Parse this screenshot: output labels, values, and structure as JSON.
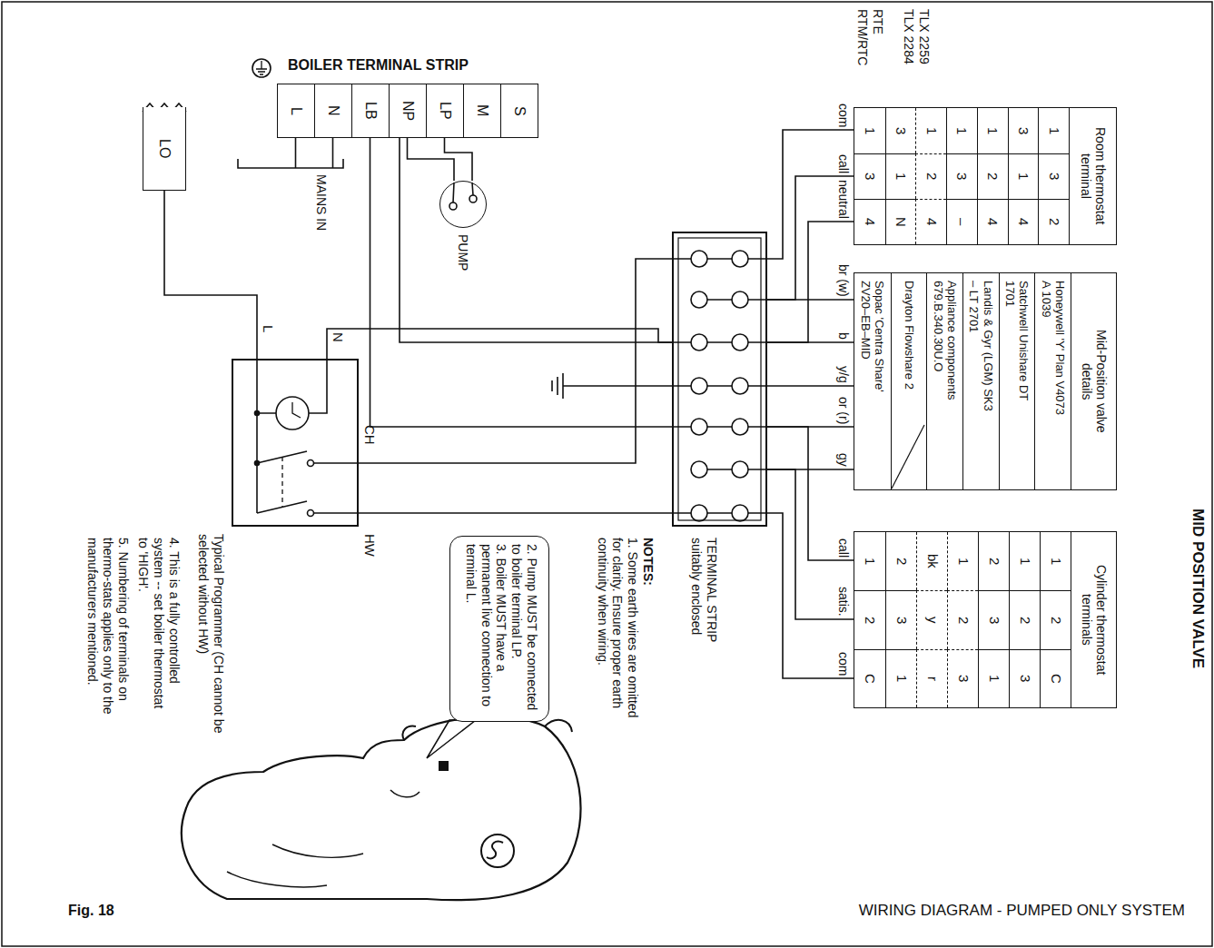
{
  "diagram": {
    "title": "WIRING DIAGRAM - PUMPED ONLY SYSTEM",
    "nodes": [
      {
        "text": [
          "BOILER TERMINAL STRIP"
        ]
      },
      {
        "text": [
          "L"
        ],
        "in": 0
      },
      {
        "text": [
          "N"
        ],
        "in": 0
      },
      {
        "text": [
          "LB"
        ],
        "in": 0
      },
      {
        "text": [
          "NP"
        ],
        "in": 0
      },
      {
        "text": [
          "LP"
        ],
        "in": 0
      },
      {
        "text": [
          "M"
        ],
        "in": 0
      },
      {
        "text": [
          "S"
        ],
        "in": 0
      },
      {
        "text": [
          "PUMP"
        ]
      },
      {
        "text": [
          "LO"
        ]
      },
      {
        "text": [
          "Typical Programmer (CH cannot be selected without HW)"
        ]
      },
      {
        "text": [
          "TERMINAL STRIP suitably enclosed"
        ]
      },
      {
        "text": [
          "Room thermostat terminal"
        ]
      },
      {
        "text": [
          "Mid-Position valve details"
        ]
      },
      {
        "text": [
          "Cylinder thermostat terminals"
        ]
      },
      {
        "text": [
          "2. Pump MUST be connected to boiler terminal LP.",
          "3. Boiler MUST have a permanent live connection to terminal L."
        ]
      }
    ],
    "edges": [
      {
        "from": 4,
        "to": 8,
        "arrow": "none"
      },
      {
        "from": 5,
        "to": 8,
        "arrow": "none"
      },
      {
        "from": 4,
        "to": 11,
        "arrow": "none"
      },
      {
        "from": 3,
        "to": 11,
        "arrow": "none"
      },
      {
        "from": 9,
        "to": 10,
        "arrow": "none"
      },
      {
        "from": 10,
        "to": 11,
        "arrow": "none"
      },
      {
        "from": 10,
        "to": 11,
        "arrow": "none"
      },
      {
        "from": 10,
        "to": 11,
        "arrow": "none"
      },
      {
        "from": 12,
        "to": 11,
        "label": "com",
        "arrow": "none"
      },
      {
        "from": 12,
        "to": 11,
        "label": "call",
        "arrow": "none"
      },
      {
        "from": 12,
        "to": 11,
        "label": "neutral",
        "arrow": "none"
      },
      {
        "from": 13,
        "to": 11,
        "label": "br (w)",
        "arrow": "none"
      },
      {
        "from": 13,
        "to": 11,
        "label": "b",
        "arrow": "none"
      },
      {
        "from": 13,
        "to": 11,
        "label": "y/g",
        "arrow": "none"
      },
      {
        "from": 13,
        "to": 11,
        "label": "or (r)",
        "arrow": "none"
      },
      {
        "from": 13,
        "to": 11,
        "label": "gy",
        "arrow": "none"
      },
      {
        "from": 14,
        "to": 11,
        "label": "call",
        "arrow": "none"
      },
      {
        "from": 14,
        "to": 11,
        "label": "satis.",
        "arrow": "none"
      },
      {
        "from": 14,
        "to": 11,
        "label": "com",
        "arrow": "none"
      }
    ],
    "labels": [
      "TLX 2259",
      "TLX 2284",
      "RTE",
      "RTM/RTC",
      "1",
      "3",
      "2",
      "3",
      "1",
      "4",
      "1",
      "2",
      "4",
      "1",
      "3",
      "–",
      "1",
      "2",
      "4",
      "3",
      "1",
      "N",
      "1",
      "3",
      "4",
      "Honeywell 'Y' Plan V4073 A 1039",
      "Satchwell Unishare DT 1701",
      "Landis & Gyr (LGM) SK3 – LT 2701",
      "Appliance components 679.B.340.30U.O",
      "Drayton Flowshare 2",
      "Sopac 'Centra Share' ZV20–EB–MID",
      "1",
      "2",
      "C",
      "1",
      "2",
      "3",
      "2",
      "3",
      "1",
      "1",
      "2",
      "3",
      "bk",
      "y",
      "r",
      "2",
      "3",
      "1",
      "1",
      "2",
      "C",
      "MAINS IN",
      "L",
      "N",
      "CH",
      "HW",
      "NOTES:",
      "1. Some earth wires are omitted for clarity. Ensure proper earth continuity when wiring.",
      "4. This is a fully controlled system -- set boiler thermostat to 'HIGH'.",
      "5. Numbering of terminals on thermo-stats applies only to the manufacturers mentioned.",
      "MID POSITION VALVE",
      "Fig. 18"
    ]
  }
}
